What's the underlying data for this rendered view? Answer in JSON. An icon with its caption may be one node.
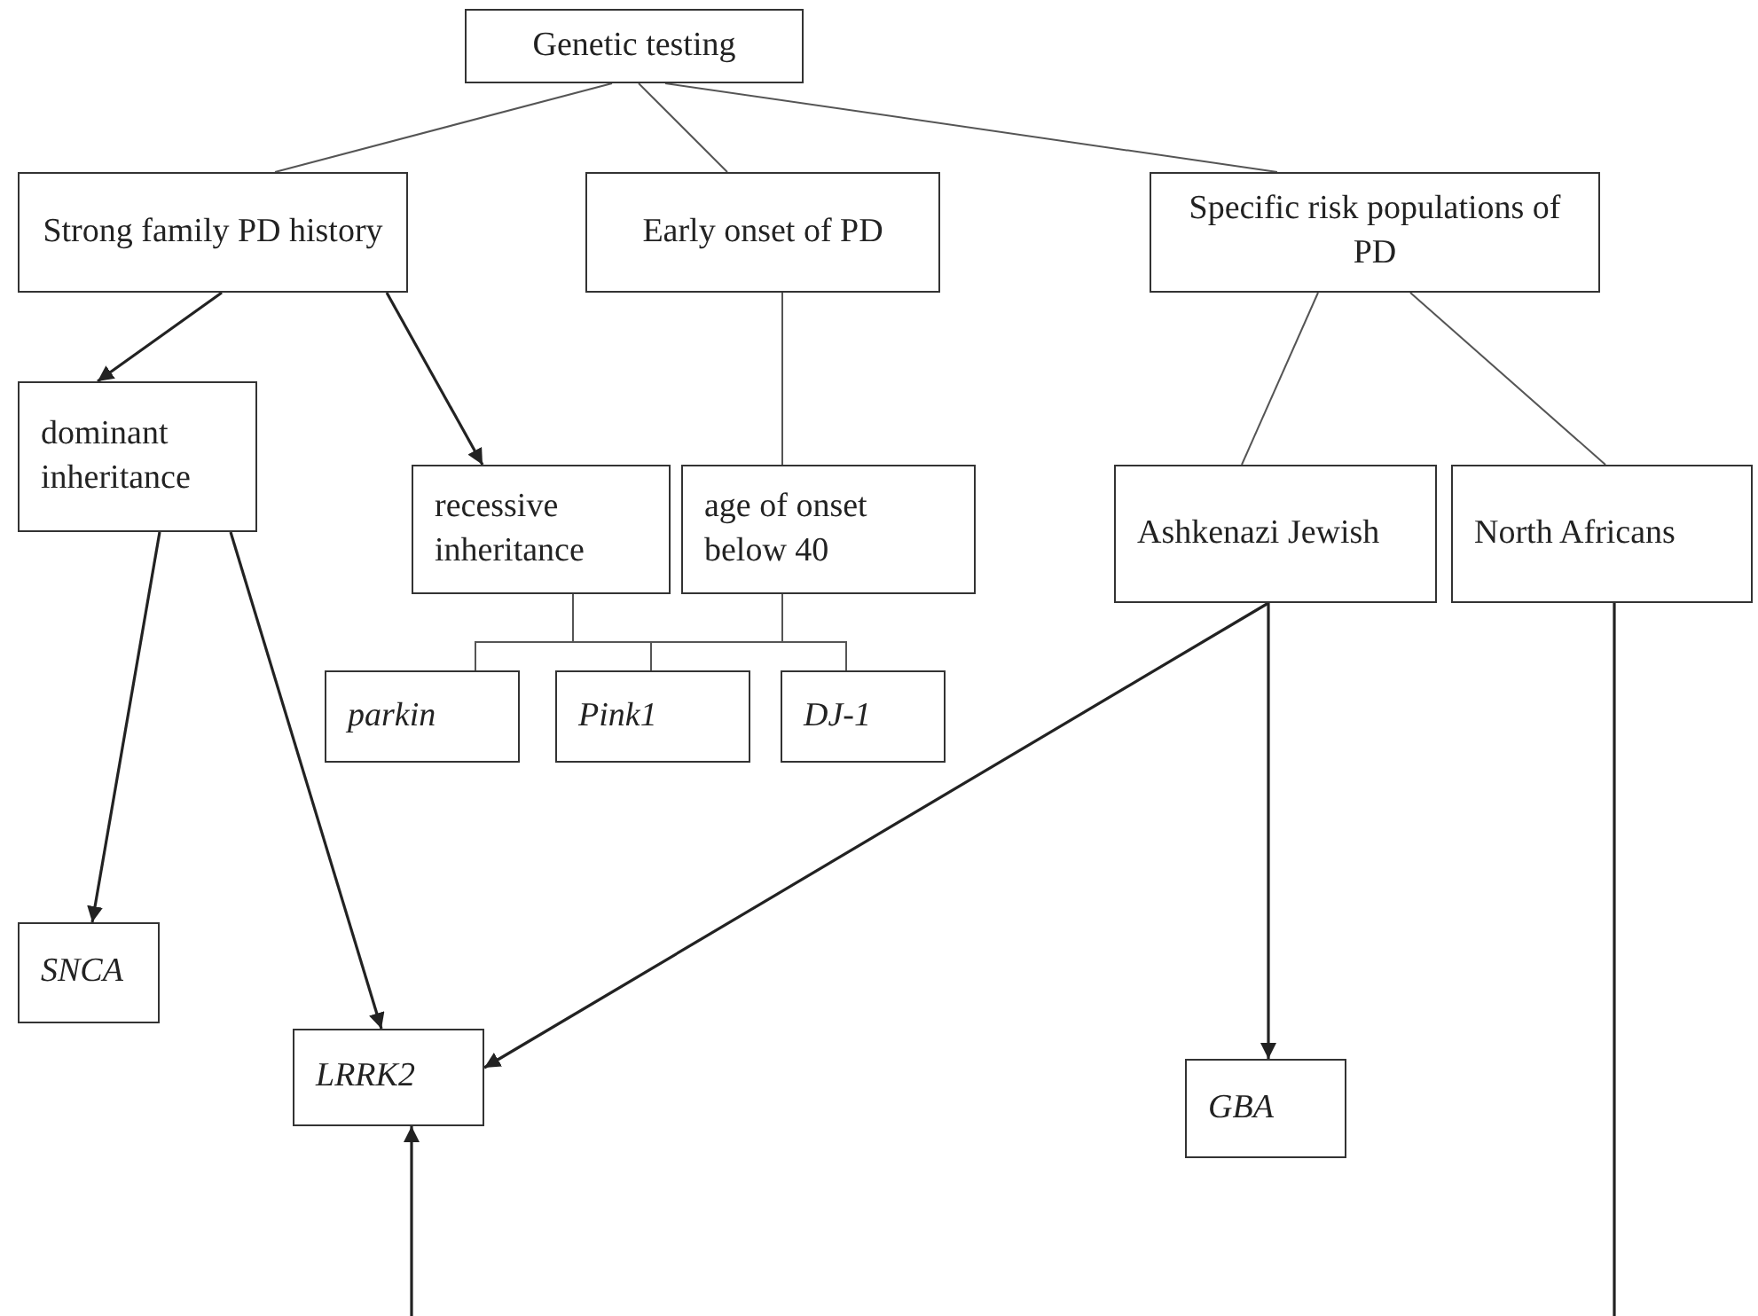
{
  "diagram": {
    "nodes": [
      {
        "text": [
          "Genetic testing"
        ]
      },
      {
        "text": [
          "Strong family PD history"
        ]
      },
      {
        "text": [
          "Early onset of PD"
        ]
      },
      {
        "text": [
          "Specific risk populations of PD"
        ]
      },
      {
        "text": [
          "dominant inheritance"
        ]
      },
      {
        "text": [
          "recessive inheritance"
        ]
      },
      {
        "text": [
          "age of onset below 40"
        ]
      },
      {
        "text": [
          "Ashkenazi Jewish"
        ]
      },
      {
        "text": [
          "North Africans"
        ]
      },
      {
        "text": [
          "parkin"
        ]
      },
      {
        "text": [
          "Pink1"
        ]
      },
      {
        "text": [
          "DJ-1"
        ]
      },
      {
        "text": [
          "SNCA"
        ]
      },
      {
        "text": [
          "LRRK2"
        ]
      },
      {
        "text": [
          "GBA"
        ]
      }
    ],
    "edges": [
      {
        "from": 0,
        "to": 1,
        "arrow": "none"
      },
      {
        "from": 0,
        "to": 2,
        "arrow": "none"
      },
      {
        "from": 0,
        "to": 3,
        "arrow": "none"
      },
      {
        "from": 1,
        "to": 4,
        "arrow": "to"
      },
      {
        "from": 1,
        "to": 5,
        "arrow": "to"
      },
      {
        "from": 2,
        "to": 6,
        "arrow": "none"
      },
      {
        "from": 3,
        "to": 7,
        "arrow": "none"
      },
      {
        "from": 3,
        "to": 8,
        "arrow": "none"
      },
      {
        "from": 5,
        "to": 9,
        "arrow": "none"
      },
      {
        "from": 5,
        "to": 10,
        "arrow": "none"
      },
      {
        "from": 5,
        "to": 11,
        "arrow": "none"
      },
      {
        "from": 6,
        "to": 9,
        "arrow": "none"
      },
      {
        "from": 6,
        "to": 10,
        "arrow": "none"
      },
      {
        "from": 6,
        "to": 11,
        "arrow": "none"
      },
      {
        "from": 4,
        "to": 12,
        "arrow": "to"
      },
      {
        "from": 4,
        "to": 13,
        "arrow": "to"
      },
      {
        "from": 7,
        "to": 13,
        "arrow": "to"
      },
      {
        "from": 7,
        "to": 14,
        "arrow": "to"
      },
      {
        "from": 8,
        "to": 13,
        "arrow": "to"
      }
    ]
  }
}
